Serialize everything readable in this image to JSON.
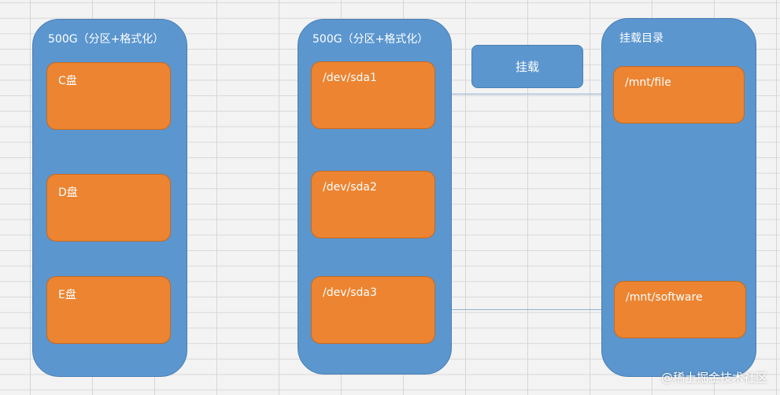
{
  "left_disk": {
    "title": "500G（分区+格式化）",
    "partitions": [
      "C盘",
      "D盘",
      "E盘"
    ]
  },
  "linux_disk": {
    "title": "500G（分区+格式化）",
    "partitions": [
      "/dev/sda1",
      "/dev/sda2",
      "/dev/sda3"
    ]
  },
  "mount_label": "挂载",
  "mount_dir": {
    "title": "挂载目录",
    "items": [
      "/mnt/file",
      "/mnt/software"
    ]
  },
  "watermark": "@稀土掘金技术社区",
  "colors": {
    "container": "#5b96cf",
    "partition": "#ec8431",
    "background": "#f3f3f3"
  }
}
